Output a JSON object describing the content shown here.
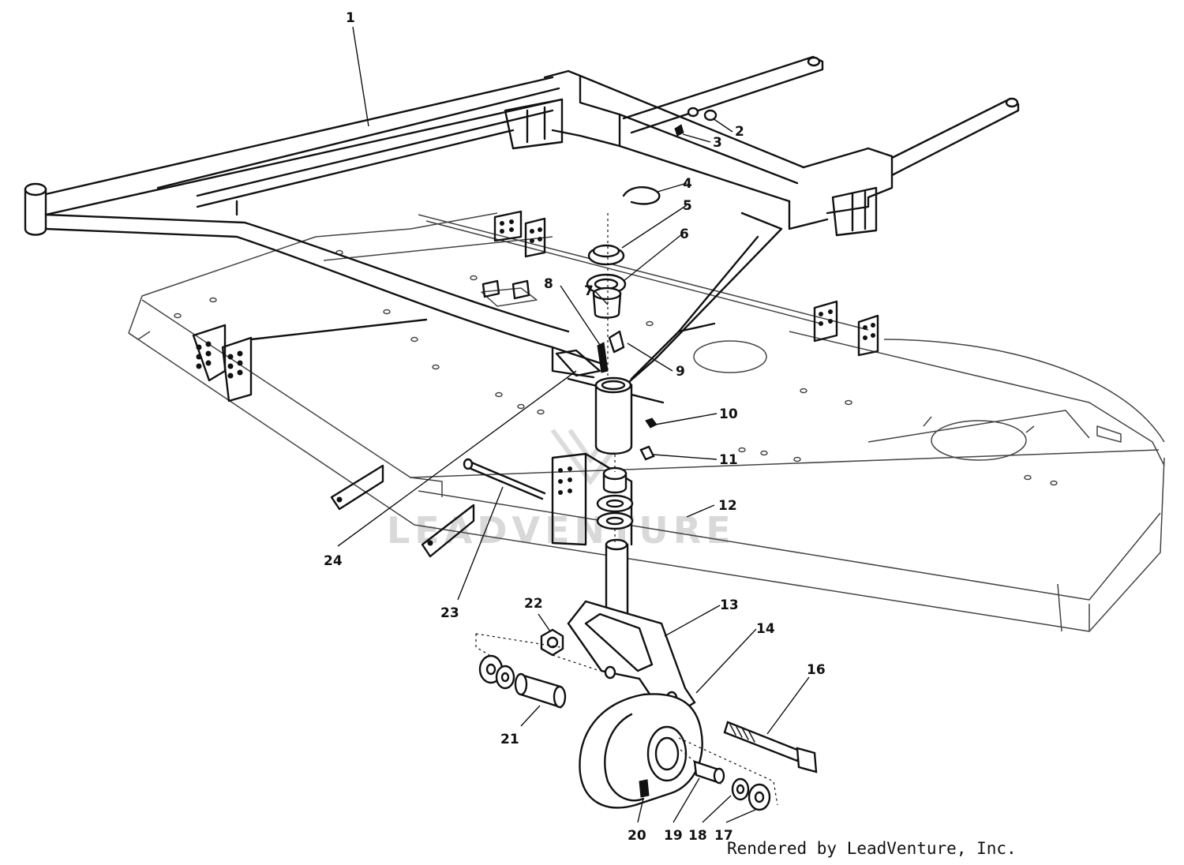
{
  "diagram": {
    "callouts": [
      {
        "id": "c1",
        "label": "1"
      },
      {
        "id": "c2",
        "label": "2"
      },
      {
        "id": "c3",
        "label": "3"
      },
      {
        "id": "c4",
        "label": "4"
      },
      {
        "id": "c5",
        "label": "5"
      },
      {
        "id": "c6",
        "label": "6"
      },
      {
        "id": "c7",
        "label": "7"
      },
      {
        "id": "c8",
        "label": "8"
      },
      {
        "id": "c9",
        "label": "9"
      },
      {
        "id": "c10",
        "label": "10"
      },
      {
        "id": "c11",
        "label": "11"
      },
      {
        "id": "c12",
        "label": "12"
      },
      {
        "id": "c13",
        "label": "13"
      },
      {
        "id": "c14",
        "label": "14"
      },
      {
        "id": "c16",
        "label": "16"
      },
      {
        "id": "c17",
        "label": "17"
      },
      {
        "id": "c18",
        "label": "18"
      },
      {
        "id": "c19",
        "label": "19"
      },
      {
        "id": "c20",
        "label": "20"
      },
      {
        "id": "c21",
        "label": "21"
      },
      {
        "id": "c22",
        "label": "22"
      },
      {
        "id": "c23",
        "label": "23"
      },
      {
        "id": "c24",
        "label": "24"
      }
    ]
  },
  "watermark": {
    "text": "LEADVENTURE"
  },
  "credit": {
    "text": "Rendered by LeadVenture, Inc."
  }
}
